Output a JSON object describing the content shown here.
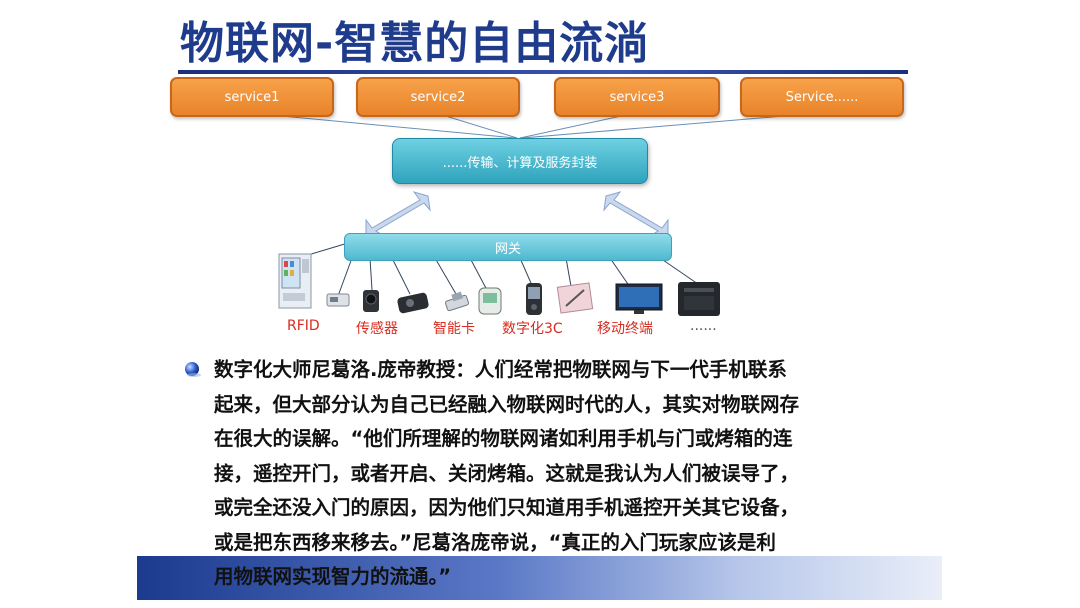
{
  "slide": {
    "title": "物联网-智慧的自由流淌"
  },
  "diagram": {
    "services": [
      "service1",
      "service2",
      "service3",
      "Service......"
    ],
    "encapsulation": "......传输、计算及服务封装",
    "gateway": "网关",
    "device_labels": [
      "RFID",
      "传感器",
      "智能卡",
      "数字化3C",
      "移动终端",
      "......"
    ],
    "colors": {
      "service": "#ef8f35",
      "encap": "#3fb3cc",
      "gateway": "#6ccbe0",
      "label": "#d92b1f"
    }
  },
  "body": {
    "lines": [
      "数字化大师尼葛洛.庞帝教授：人们经常把物联网与下一代手机联系",
      "起来，但大部分认为自己已经融入物联网时代的人，其实对物联网存",
      "在很大的误解。“他们所理解的物联网诸如利用手机与门或烤箱的连",
      "接，遥控开门，或者开启、关闭烤箱。这就是我认为人们被误导了，",
      "或完全还没入门的原因，因为他们只知道用手机遥控开关其它设备，",
      "或是把东西移来移去。”尼葛洛庞帝说，“真正的入门玩家应该是利",
      "用物联网实现智力的流通。”"
    ]
  }
}
